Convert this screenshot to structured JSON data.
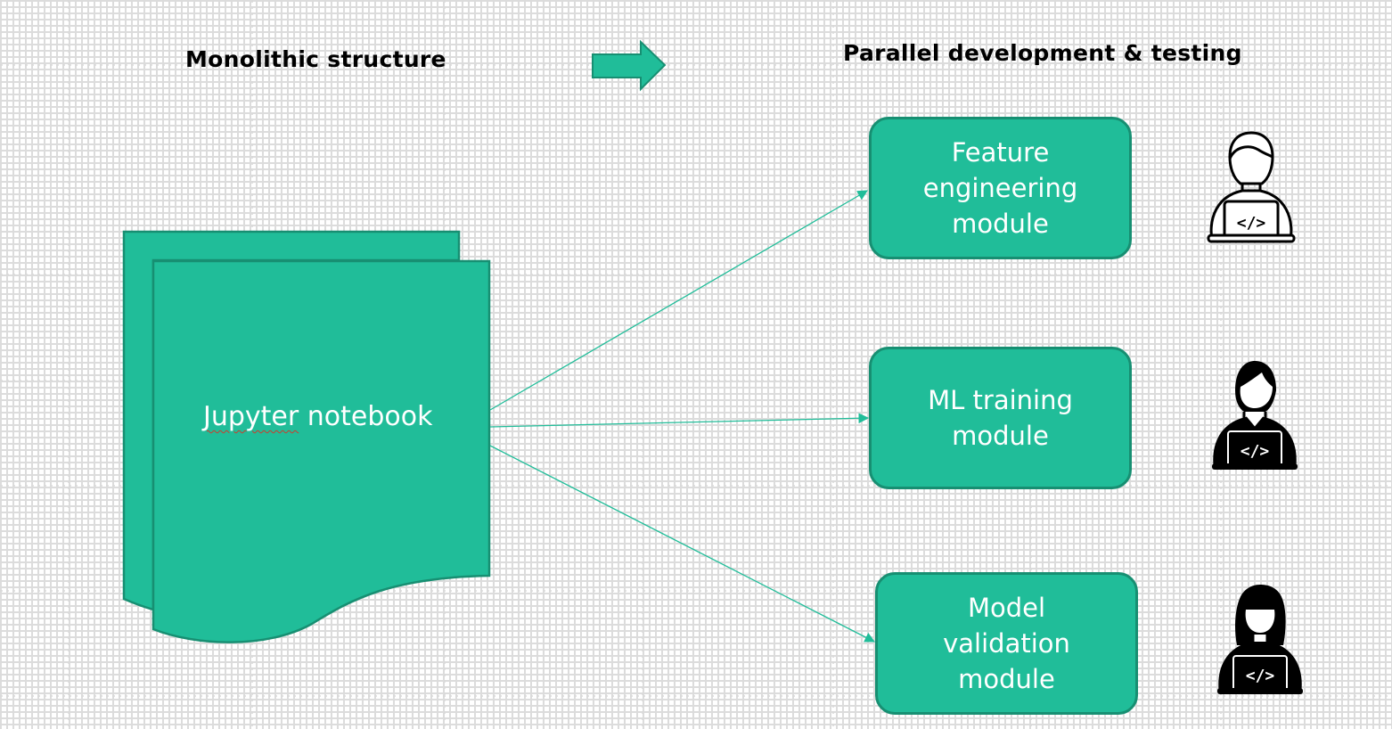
{
  "headings": {
    "left": "Monolithic structure",
    "right": "Parallel development & testing"
  },
  "notebook": {
    "label_main": "Jupyter",
    "label_rest": " notebook"
  },
  "modules": [
    {
      "label": "Feature\nengineering\nmodule"
    },
    {
      "label": "ML training\nmodule"
    },
    {
      "label": "Model\nvalidation\nmodule"
    }
  ],
  "icons": [
    "developer-outline-icon",
    "developer-short-hair-icon",
    "developer-long-hair-icon"
  ],
  "colors": {
    "accent": "#20bd99",
    "accent_border": "#178f72",
    "text_on_accent": "#ffffff",
    "heading_text": "#000000"
  }
}
